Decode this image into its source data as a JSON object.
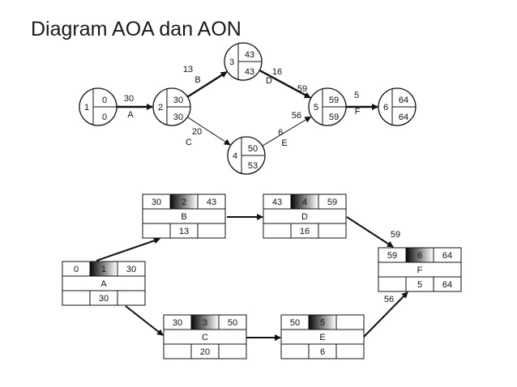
{
  "title": "Diagram AOA dan AON",
  "aoa": {
    "nodes": [
      {
        "id": "1",
        "es": "0",
        "lf": "0"
      },
      {
        "id": "2",
        "es": "30",
        "lf": "30"
      },
      {
        "id": "3",
        "es": "43",
        "lf": "43"
      },
      {
        "id": "4",
        "es": "50",
        "lf": "53"
      },
      {
        "id": "5",
        "es": "59",
        "lf": "59"
      },
      {
        "id": "6",
        "es": "64",
        "lf": "64"
      }
    ],
    "edges": [
      {
        "activity": "A",
        "duration": "30",
        "from": "1",
        "to": "2",
        "critical": true
      },
      {
        "activity": "B",
        "duration": "13",
        "from": "2",
        "to": "3",
        "critical": true
      },
      {
        "activity": "C",
        "duration": "20",
        "from": "2",
        "to": "4",
        "critical": false
      },
      {
        "activity": "D",
        "duration": "16",
        "from": "3",
        "to": "5",
        "critical": true
      },
      {
        "activity": "E",
        "duration": "6",
        "from": "4",
        "to": "5",
        "critical": false
      },
      {
        "activity": "F",
        "duration": "5",
        "from": "5",
        "to": "6",
        "critical": true
      }
    ],
    "extra_labels": [
      "59",
      "56"
    ]
  },
  "aon": {
    "nodes": [
      {
        "label": "A",
        "es": "0",
        "num": "1",
        "ef": "30",
        "dur": "30",
        "ls": "",
        "lf": ""
      },
      {
        "label": "B",
        "es": "30",
        "num": "2",
        "ef": "43",
        "dur": "13",
        "ls": "",
        "lf": ""
      },
      {
        "label": "C",
        "es": "30",
        "num": "3",
        "ef": "50",
        "dur": "20",
        "ls": "",
        "lf": ""
      },
      {
        "label": "D",
        "es": "43",
        "num": "4",
        "ef": "59",
        "dur": "16",
        "ls": "",
        "lf": ""
      },
      {
        "label": "E",
        "es": "50",
        "num": "5",
        "ef": "",
        "dur": "6",
        "ls": "",
        "lf": ""
      },
      {
        "label": "F",
        "es": "59",
        "num": "6",
        "ef": "64",
        "dur": "5",
        "ls": "",
        "lf": "64"
      }
    ],
    "edge_labels": [
      "59",
      "56"
    ]
  }
}
